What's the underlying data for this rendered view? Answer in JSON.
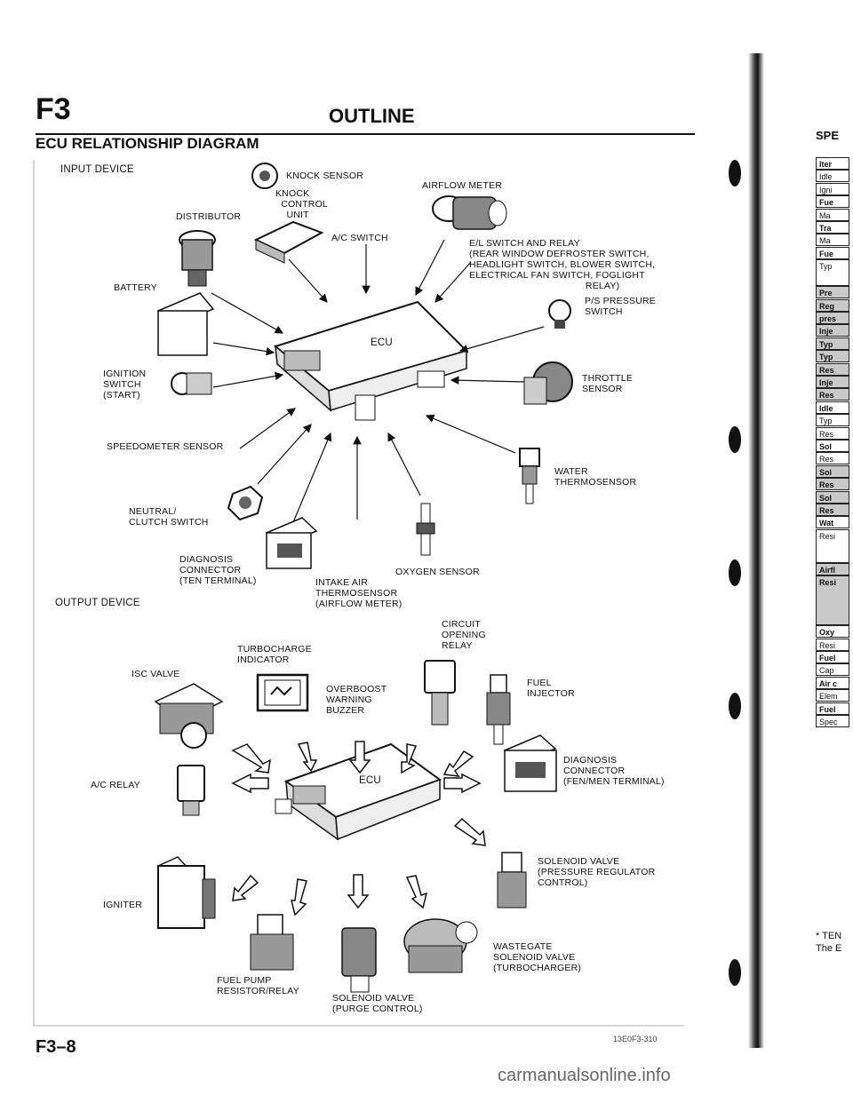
{
  "header": {
    "section": "F3",
    "title": "OUTLINE",
    "subtitle": "ECU RELATIONSHIP DIAGRAM"
  },
  "input": {
    "heading": "INPUT DEVICE",
    "knock_sensor": "KNOCK SENSOR",
    "knock_control": "KNOCK\n  CONTROL\n    UNIT",
    "distributor": "DISTRIBUTOR",
    "ac_switch": "A/C SWITCH",
    "airflow_meter": "AIRFLOW METER",
    "el_switch": "E/L SWITCH AND RELAY\n(REAR WINDOW DEFROSTER SWITCH,\nHEADLIGHT SWITCH, BLOWER SWITCH,\nELECTRICAL FAN SWITCH, FOGLIGHT\n                                          RELAY)",
    "ps_switch": "P/S PRESSURE\nSWITCH",
    "battery": "BATTERY",
    "ecu": "ECU",
    "ignition": "IGNITION\nSWITCH\n(START)",
    "throttle": "THROTTLE\nSENSOR",
    "speedometer": "SPEEDOMETER SENSOR",
    "water": "WATER\nTHERMOSENSOR",
    "neutral": "NEUTRAL/\nCLUTCH SWITCH",
    "diag_ten": "DIAGNOSIS\nCONNECTOR\n(TEN TERMINAL)",
    "oxygen": "OXYGEN SENSOR",
    "intake": "INTAKE AIR\nTHERMOSENSOR\n(AIRFLOW METER)"
  },
  "output": {
    "heading": "OUTPUT DEVICE",
    "circuit_relay": "CIRCUIT\nOPENING\nRELAY",
    "turbo_indicator": "TURBOCHARGE\nINDICATOR",
    "isc_valve": "ISC VALVE",
    "overboost": "OVERBOOST\nWARNING\nBUZZER",
    "fuel_injector": "FUEL\nINJECTOR",
    "diag_fen": "DIAGNOSIS\nCONNECTOR\n(FEN/MEN TERMINAL)",
    "ac_relay": "A/C RELAY",
    "ecu": "ECU",
    "solenoid_pressure": "SOLENOID VALVE\n(PRESSURE REGULATOR\nCONTROL)",
    "igniter": "IGNITER",
    "wastegate": "WASTEGATE\nSOLENOID VALVE\n(TURBOCHARGER)",
    "fuel_pump": "FUEL PUMP\nRESISTOR/RELAY",
    "solenoid_purge": "SOLENOID VALVE\n(PURGE CONTROL)"
  },
  "footer": {
    "page_number": "F3–8",
    "code": "13E0F3-310"
  },
  "watermark": "carmanualsonline.info",
  "right_page": {
    "title": "SPE",
    "rows": [
      "Iter",
      "Idle",
      "Igni",
      "Fue",
      "Ma",
      "Tra",
      "Ma",
      "Fue",
      "Typ",
      "Pre",
      "Reg",
      "pres",
      "Inje",
      "Typ",
      "Typ",
      "Res",
      "Inje",
      "Res",
      "Idle",
      "Typ",
      "Res",
      "Sol",
      "Res",
      "Sol",
      "Res",
      "Sol",
      "Res",
      "Wat",
      "Resi",
      "Airfl",
      "Resi",
      "Oxy",
      "Resi",
      "Fuel",
      "Cap",
      "Air c",
      "Elem",
      "Fuel",
      "Spec"
    ],
    "note1": "* TEN",
    "note2": "The E"
  }
}
